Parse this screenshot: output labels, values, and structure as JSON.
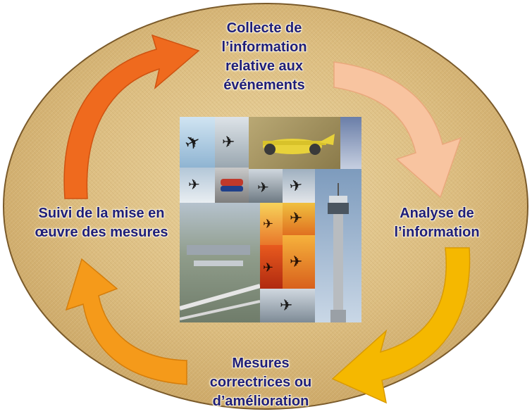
{
  "diagram": {
    "type": "cycle",
    "stages": [
      {
        "id": "collect",
        "text": "Collecte de\nl’information\nrelative aux\névénements"
      },
      {
        "id": "analyse",
        "text": "Analyse de\nl’information"
      },
      {
        "id": "mesures",
        "text": "Mesures\ncorrectrices ou\nd’amélioration"
      },
      {
        "id": "suivi",
        "text": "Suivi de la mise en\nœuvre des mesures"
      }
    ],
    "arrows": [
      {
        "from": "collect",
        "to": "analyse",
        "color": "#f8c4a0"
      },
      {
        "from": "analyse",
        "to": "mesures",
        "color": "#f5b800"
      },
      {
        "from": "mesures",
        "to": "suivi",
        "color": "#f59a1a"
      },
      {
        "from": "suivi",
        "to": "collect",
        "color": "#ef6a1e"
      }
    ],
    "colors": {
      "background_oval": "#d9b878",
      "oval_border": "#7a5a2a",
      "label_text": "#1f1f7a"
    },
    "center_image": {
      "icon": "aviation-photo-collage-icon",
      "subjects": [
        "airplanes",
        "propeller-aircraft",
        "airport-aerial-view",
        "control-tower",
        "sunset-landing"
      ]
    }
  }
}
